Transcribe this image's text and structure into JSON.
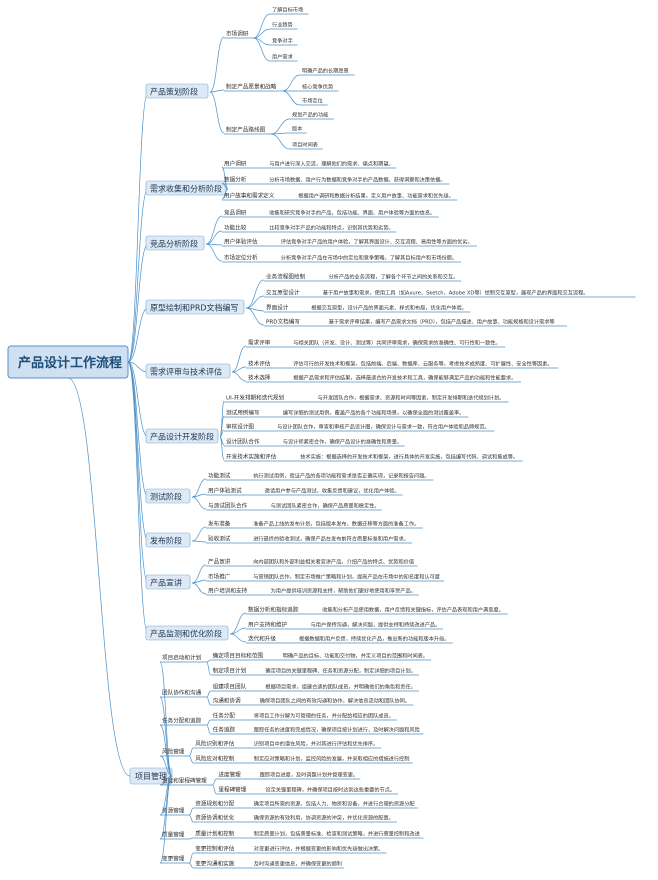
{
  "root": "产品设计工作流程",
  "pm": "项目管理",
  "stages": [
    {
      "name": "产品策划阶段",
      "subs": [
        {
          "name": "市场调研",
          "leaves": [
            "了解目标市场",
            "行业趋势",
            "竞争对手",
            "用户需求"
          ]
        },
        {
          "name": "制定产品愿景和战略",
          "leaves": [
            "明确产品的长期愿景",
            "核心竞争优势",
            "市场定位"
          ]
        },
        {
          "name": "制定产品路线图",
          "leaves": [
            "规划产品的功能",
            "版本",
            "项目时间表"
          ]
        }
      ]
    },
    {
      "name": "需求收集和分析阶段",
      "subs": [
        {
          "name": "用户调研",
          "desc": "与用户进行深入交流，理解他们的需求、痛点和期望。"
        },
        {
          "name": "数据分析",
          "desc": "分析市场数据、用户行为数据和竞争对手的产品数据，获得洞察和决策依据。"
        },
        {
          "name": "用户故事和需求定义",
          "desc": "根据用户调研和数据分析结果，定义用户故事、功能需求和优先级。"
        }
      ]
    },
    {
      "name": "竞品分析阶段",
      "subs": [
        {
          "name": "竞品调研",
          "desc": "收集和研究竞争对手的产品，包括功能、界面、用户体验等方面的信息。"
        },
        {
          "name": "功能比较",
          "desc": "比较竞争对手产品的功能和特点，识别其优势和劣势。"
        },
        {
          "name": "用户体验评估",
          "desc": "评估竞争对手产品的用户体验，了解其界面设计、交互流程、易用性等方面的优劣。"
        },
        {
          "name": "市场定位分析",
          "desc": "分析竞争对手产品在市场中的定位和竞争策略，了解其目标用户和市场份额。"
        }
      ]
    },
    {
      "name": "原型绘制和PRD文档编写",
      "subs": [
        {
          "name": "业务流程图绘制",
          "desc": "分析产品的业务流程，了解各个环节之间的关系和交互。"
        },
        {
          "name": "交互原型设计",
          "desc": "基于用户故事和需求，使用工具（如Axure、Sketch、Adobe XD等）绘制交互原型，展现产品的界面和交互流程。"
        },
        {
          "name": "界面设计",
          "desc": "根据交互原型，设计产品的界面元素、样式和布局，优化用户体验。"
        },
        {
          "name": "PRD文档编写",
          "desc": "基于需求评审结果，编写产品需求文档（PRD），包括产品描述、用户故事、功能规格和设计需求等"
        }
      ]
    },
    {
      "name": "需求评审与技术评估",
      "subs": [
        {
          "name": "需求评审",
          "desc": "与相关团队（开发、设计、测试等）共同评审需求，确保需求的准确性、可行性和一致性。"
        },
        {
          "name": "技术评估",
          "desc": "评估可行的开发技术和框架，包括前端、后端、数据库、云服务等，考虑技术成熟度、可扩展性、安全性等因素。"
        },
        {
          "name": "技术选择",
          "desc": "根据产品需求和评估结果，选择最适合的开发技术和工具，确保能够满足产品的功能和性能要求。"
        }
      ]
    },
    {
      "name": "产品设计开发阶段",
      "subs": [
        {
          "name": "UI-开发排期和迭代规划",
          "desc": "与开发团队合作，根据需求、资源和时间等因素，制定开发排期和迭代规划计划。"
        },
        {
          "name": "测试用例编写",
          "desc": "编写详细的测试用例，覆盖产品的各个功能和场景，以确保全面的测试覆盖率。"
        },
        {
          "name": "审核设计图",
          "desc": "与设计团队合作，审查和审核产品设计图，确保设计与需求一致，符合用户体验和品牌规范。"
        },
        {
          "name": "设计团队合作",
          "desc": "与设计师紧密合作，确保产品设计的准确性和质量。"
        },
        {
          "name": "开发技术实施和评估",
          "desc": "技术实施：根据选择的开发技术和框架，进行具体的开发实施，包括编写代码、调试和集成等。"
        }
      ]
    },
    {
      "name": "测试阶段",
      "subs": [
        {
          "name": "功能测试",
          "desc": "执行测试用例，验证产品的各项功能和需求是否正确实现，记录和报告问题。"
        },
        {
          "name": "用户体验测试",
          "desc": "邀请用户参与产品测试，收集反馈和建议，优化用户体验。"
        },
        {
          "name": "与测试团队合作",
          "desc": "与测试团队紧密合作，确保产品质量和稳定性。"
        }
      ]
    },
    {
      "name": "发布阶段",
      "subs": [
        {
          "name": "发布准备",
          "desc": "准备产品上线的发布计划，包括版本发布、数据迁移等方面的准备工作。"
        },
        {
          "name": "验收测试",
          "desc": "进行最终的验收测试，确保产品在发布前符合质量标准和用户需求。"
        }
      ]
    },
    {
      "name": "产品宣讲",
      "subs": [
        {
          "name": "产品宣讲",
          "desc": "向内部团队和外部利益相关者宣讲产品，介绍产品的特点、优势和价值"
        },
        {
          "name": "市场推广",
          "desc": "与营销团队合作，制定市场推广策略和计划，提高产品在市场中的知名度和认可度"
        },
        {
          "name": "用户培训和支持",
          "desc": "为用户提供培训资源和支持，帮助他们更好地使用和享受产品。"
        }
      ]
    },
    {
      "name": "产品监测和优化阶段",
      "subs": [
        {
          "name": "数据分析和指标追踪",
          "desc": "收集和分析产品使用数据，用户反馈和关键指标，评估产品表现和用户满意度。"
        },
        {
          "name": "用户支持和维护",
          "desc": "与用户保持沟通，解决问题，提供支持和持续改进产品。"
        },
        {
          "name": "迭代和升级",
          "desc": "根据数据和用户反馈，持续优化产品，推出新的功能和版本升级。"
        }
      ]
    }
  ],
  "pm_items": [
    {
      "name": "项目启动和计划",
      "subs": [
        {
          "name": "确定项目目标和范围",
          "desc": "明确产品的目标、功能和交付物，并定义项目的范围和时间表。"
        },
        {
          "name": "制定项目计划",
          "desc": "确定项目的关键里程碑、任务和资源分配，制定详细的项目计划。"
        }
      ]
    },
    {
      "name": "团队协作和沟通",
      "subs": [
        {
          "name": "组建项目团队",
          "desc": "根据项目需求，组建合适的团队成员，并明确他们的角色和责任。"
        },
        {
          "name": "沟通和协调",
          "desc": "确保项目团队之间的有效沟通和协作，解决信息流动和团队协同。"
        }
      ]
    },
    {
      "name": "任务分配和追踪",
      "subs": [
        {
          "name": "任务分配",
          "desc": "将项目工作分解为可管理的任务，并分配给相应的团队成员。"
        },
        {
          "name": "任务追踪",
          "desc": "跟踪任务的进度和完成情况，确保项目按计划进行，及时解决问题和风险"
        }
      ]
    },
    {
      "name": "风险管理",
      "subs": [
        {
          "name": "风险识别和评估",
          "desc": "识别项目中的潜在风险，并对其进行评估和优先排序。"
        },
        {
          "name": "风险应对和控制",
          "desc": "制定应对策略和计划，监控风险的发展，并采取相应的措施进行控制"
        }
      ]
    },
    {
      "name": "进度和里程碑管理",
      "subs": [
        {
          "name": "进度管理",
          "desc": "跟踪项目进度，及时调整计划并管理变更。"
        },
        {
          "name": "里程碑管理",
          "desc": "设定关键里程碑，并确保项目按时达到这些重要的节点。"
        }
      ]
    },
    {
      "name": "资源管理",
      "subs": [
        {
          "name": "资源规划和分配",
          "desc": "确定项目所需的资源，包括人力、物资和设备，并进行合理的资源分配"
        },
        {
          "name": "资源协调和优化",
          "desc": "确保资源的有效利用，协调资源的冲突，并优化资源的配置。"
        }
      ]
    },
    {
      "name": "质量管理",
      "subs": [
        {
          "name": "质量计划和控制",
          "desc": "制定质量计划，包括质量标准、检查和测试策略，并进行质量控制和改进"
        }
      ]
    },
    {
      "name": "变更管理",
      "subs": [
        {
          "name": "变更控制和评估",
          "desc": "对变更进行评估，并根据变更的影响和优先级做出决策。"
        },
        {
          "name": "变更沟通和实施",
          "desc": "及时沟通变更信息，并确保变更的顺利"
        }
      ]
    }
  ],
  "colors": {
    "line": "#4a90c8",
    "box_fill": "#dde9f5",
    "box_stroke": "#7ea9d1",
    "root_fill": "#cfe0f2",
    "root_stroke": "#5b8fc4"
  }
}
